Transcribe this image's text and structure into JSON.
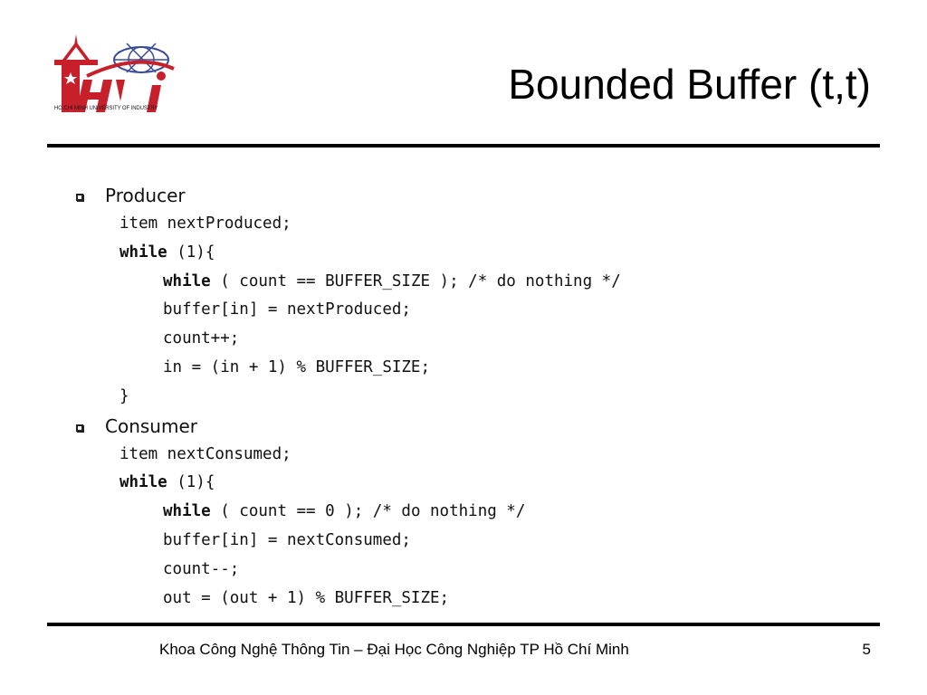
{
  "slide": {
    "title": "Bounded Buffer (t,t)",
    "footer": "Khoa Công Nghệ Thông Tin – Đại Học Công Nghiệp TP Hồ Chí Minh",
    "page_number": "5"
  },
  "logo": {
    "name": "HUI",
    "caption": "HO CHI MINH UNIVERSITY OF INDUSTRY",
    "colors": {
      "red": "#c8202a",
      "blue": "#3a4a9a"
    }
  },
  "sections": [
    {
      "label": "Producer",
      "lines": [
        {
          "indent": 1,
          "kw": "",
          "text": "item nextProduced;"
        },
        {
          "indent": 1,
          "kw": "while",
          "text": " (1){"
        },
        {
          "indent": 2,
          "kw": "while",
          "text": " ( count == BUFFER_SIZE ); /* do nothing */"
        },
        {
          "indent": 2,
          "kw": "",
          "text": "buffer[in] = nextProduced;"
        },
        {
          "indent": 2,
          "kw": "",
          "text": "count++;"
        },
        {
          "indent": 2,
          "kw": "",
          "text": "in = (in + 1) % BUFFER_SIZE;"
        },
        {
          "indent": 1,
          "kw": "",
          "text": "}"
        }
      ]
    },
    {
      "label": "Consumer",
      "lines": [
        {
          "indent": 1,
          "kw": "",
          "text": "item nextConsumed;"
        },
        {
          "indent": 1,
          "kw": "while",
          "text": " (1){"
        },
        {
          "indent": 2,
          "kw": "while",
          "text": " ( count == 0 ); /* do nothing */"
        },
        {
          "indent": 2,
          "kw": "",
          "text": "buffer[in] = nextConsumed;"
        },
        {
          "indent": 2,
          "kw": "",
          "text": "count--;"
        },
        {
          "indent": 2,
          "kw": "",
          "text": "out = (out + 1) % BUFFER_SIZE;"
        }
      ]
    }
  ]
}
